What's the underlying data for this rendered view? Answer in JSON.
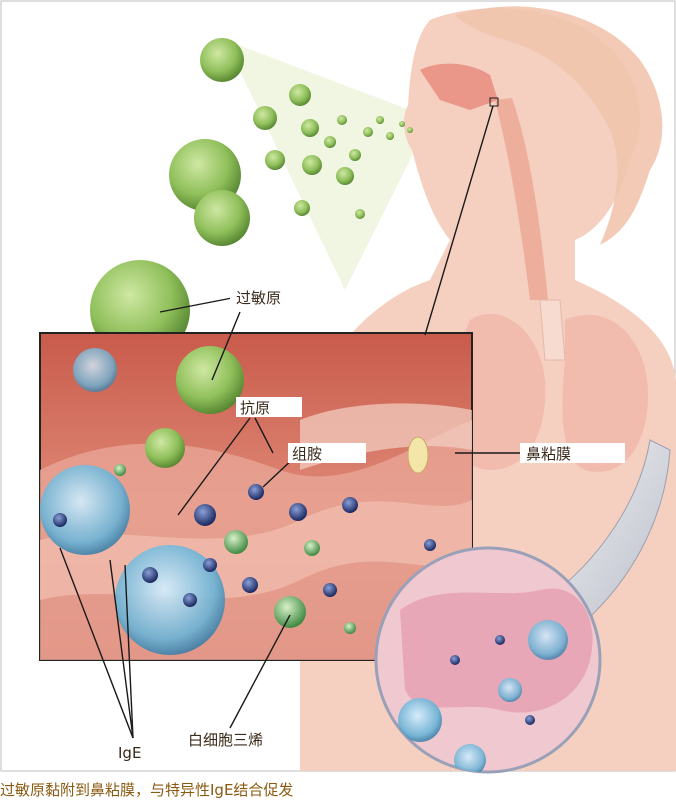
{
  "labels": {
    "allergen": "过敏原",
    "antigen": "抗原",
    "histamine": "组胺",
    "nasal_mucosa": "鼻粘膜",
    "ige": "IgE",
    "leukotriene": "白细胞三烯"
  },
  "caption": "过敏原黏附到鼻粘膜，与特异性IgE结合促发",
  "colors": {
    "skin": "#f3c9b8",
    "inset_bg": "#d9705e",
    "allergen_green": "#8fbf5a",
    "ige_blue": "#6ab3d6",
    "caption_text": "#8a5a10"
  }
}
